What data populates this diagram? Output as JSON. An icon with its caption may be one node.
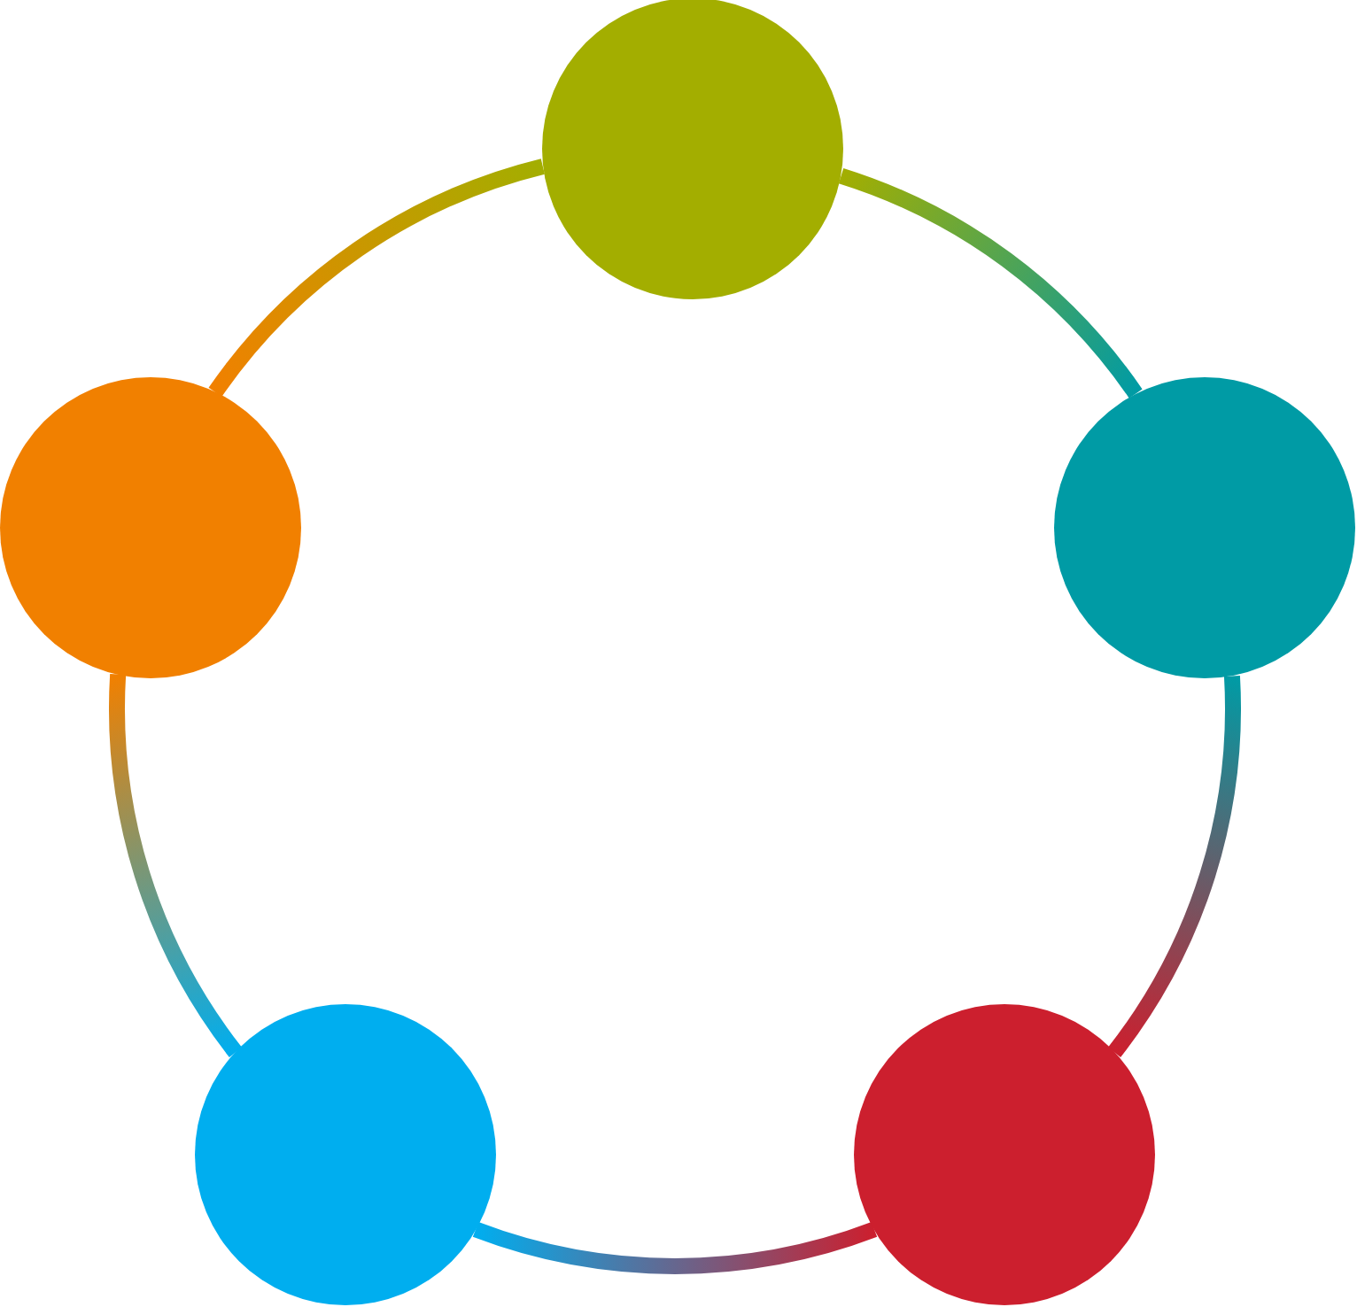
{
  "diagram": {
    "nodes": [
      {
        "text": [],
        "shape": "circle"
      },
      {
        "text": [],
        "shape": "circle"
      },
      {
        "text": [],
        "shape": "circle"
      },
      {
        "text": [],
        "shape": "circle"
      },
      {
        "text": [],
        "shape": "circle"
      }
    ],
    "edges": [
      {
        "from": 0,
        "to": 2,
        "arrow": "none"
      },
      {
        "from": 2,
        "to": 4,
        "arrow": "none"
      },
      {
        "from": 4,
        "to": 3,
        "arrow": "none"
      },
      {
        "from": 3,
        "to": 1,
        "arrow": "none"
      },
      {
        "from": 1,
        "to": 0,
        "arrow": "none"
      }
    ]
  }
}
